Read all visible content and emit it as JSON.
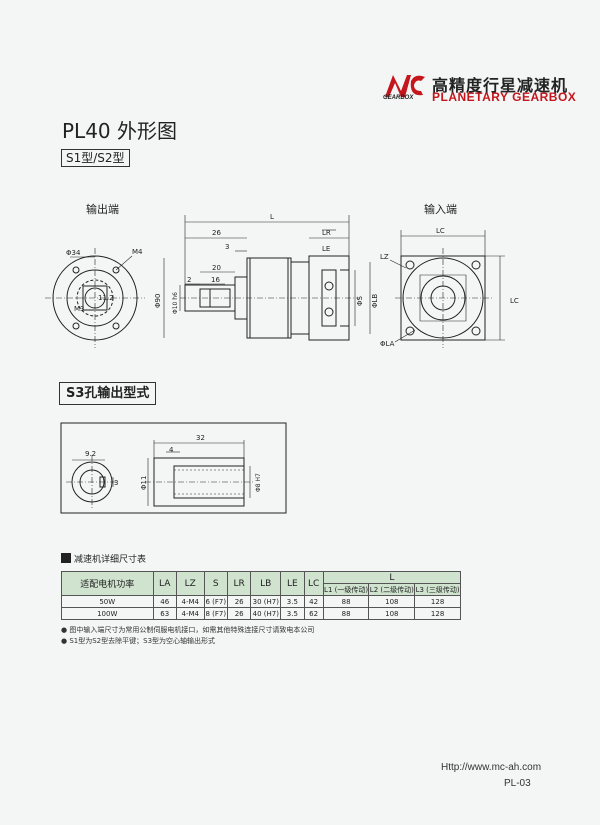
{
  "brand": {
    "logo_text": "GEARBOX",
    "name_cn": "高精度行星减速机",
    "name_en": "PLANETARY GEARBOX"
  },
  "heading": {
    "model_title": "PL40 外形图",
    "types_badge": "S1型/S2型"
  },
  "drawing_top": {
    "output_end_label": "输出端",
    "input_end_label": "输入端",
    "dims": {
      "L": "L",
      "d26": "26",
      "d3": "3",
      "LR": "LR",
      "LE": "LE",
      "d20": "20",
      "d2": "2",
      "d16": "16",
      "phi90": "Φ90",
      "phi10": "Φ10 h6",
      "phiS": "ΦS",
      "phiLB": "ΦLB",
      "phi34": "Φ34",
      "M4": "M4",
      "M3": "M3",
      "d112": "11.2",
      "LC_top": "LC",
      "LC_right": "LC",
      "LZ": "LZ",
      "phiLA": "ΦLA"
    }
  },
  "s3_section": {
    "badge": "S3孔输出型式",
    "dims": {
      "d92": "9.2",
      "d32": "32",
      "d4": "4",
      "d3": "3",
      "phi11": "Φ11",
      "phi8": "Φ8 H7"
    }
  },
  "table": {
    "caption": "减速机详细尺寸表",
    "headers": [
      "适配电机功率",
      "LA",
      "LZ",
      "S",
      "LR",
      "LB",
      "LE",
      "LC"
    ],
    "L_header": "L",
    "L_sub": [
      "L1 (一级传动)",
      "L2 (二级传动)",
      "L3 (三级传动)"
    ],
    "rows": [
      [
        "50W",
        "46",
        "4-M4",
        "6 (F7)",
        "26",
        "30 (H7)",
        "3.5",
        "42",
        "88",
        "108",
        "128"
      ],
      [
        "100W",
        "63",
        "4-M4",
        "8 (F7)",
        "26",
        "40 (H7)",
        "3.5",
        "62",
        "88",
        "108",
        "128"
      ]
    ]
  },
  "notes": [
    "图中输入端尺寸为常用公制伺服电机接口，如需其他特殊连接尺寸请致电本公司",
    "S1型为S2型去除平键；S3型为空心轴输出形式"
  ],
  "footer": {
    "url": "Http://www.mc-ah.com",
    "page": "PL-03"
  }
}
